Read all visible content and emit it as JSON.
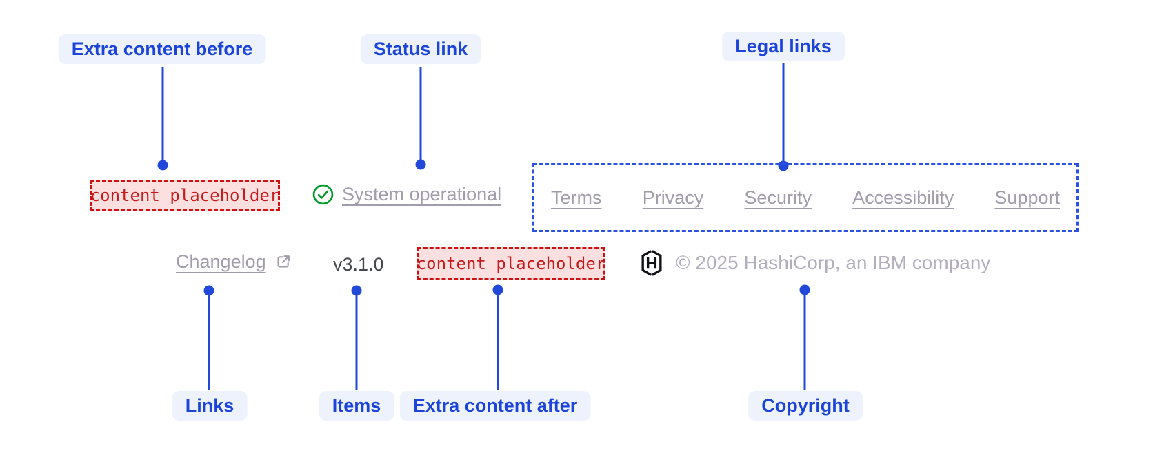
{
  "annotations": {
    "top": {
      "extra_content_before": "Extra content before",
      "status_link": "Status link",
      "legal_links": "Legal links"
    },
    "bottom": {
      "links": "Links",
      "items": "Items",
      "extra_content_after": "Extra content after",
      "copyright": "Copyright"
    }
  },
  "footer": {
    "placeholder_before": "content placeholder",
    "status": {
      "label": "System operational"
    },
    "legal": {
      "links": [
        "Terms",
        "Privacy",
        "Security",
        "Accessibility",
        "Support"
      ]
    },
    "links": {
      "changelog": "Changelog"
    },
    "items": {
      "version": "v3.1.0"
    },
    "placeholder_after": "content placeholder",
    "copyright": {
      "text": "© 2025 HashiCorp, an IBM company"
    }
  },
  "icons": {
    "status": "check-circle-icon",
    "changelog": "external-link-icon",
    "brand": "hashicorp-logo"
  },
  "colors": {
    "annotation_blue": "#2148d8",
    "annotation_label_bg": "#edf2fd",
    "dashed_outline_blue": "#2b51e2",
    "placeholder_red": "#c81a1a",
    "placeholder_bg": "#fcdfdf",
    "link_gray": "#a29daa",
    "version_gray": "#46484e",
    "copyright_gray": "#b2aebb",
    "success_green": "#049b2b",
    "divider_gray": "#d2cdd6"
  }
}
